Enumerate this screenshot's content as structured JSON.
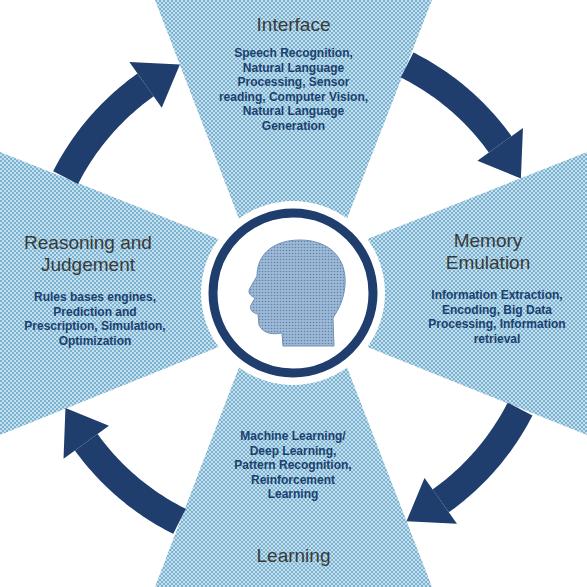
{
  "diagram": {
    "nodes": [
      {
        "text": [
          "Interface",
          "Speech Recognition, Natural Language Processing, Sensor reading, Computer Vision, Natural Language Generation"
        ]
      },
      {
        "text": [
          "Memory Emulation",
          "Information Extraction, Encoding, Big Data Processing, Information retrieval"
        ]
      },
      {
        "text": [
          "Machine Learning/ Deep Learning, Pattern Recognition, Reinforcement Learning",
          "Learning"
        ]
      },
      {
        "text": [
          "Reasoning and Judgement",
          "Rules bases engines, Prediction and Prescription, Simulation, Optimization"
        ]
      }
    ],
    "edges": [
      {
        "from": 0,
        "to": 1,
        "arrow": "to"
      },
      {
        "from": 1,
        "to": 2,
        "arrow": "to"
      },
      {
        "from": 2,
        "to": 3,
        "arrow": "to"
      },
      {
        "from": 3,
        "to": 0,
        "arrow": "to"
      }
    ]
  }
}
